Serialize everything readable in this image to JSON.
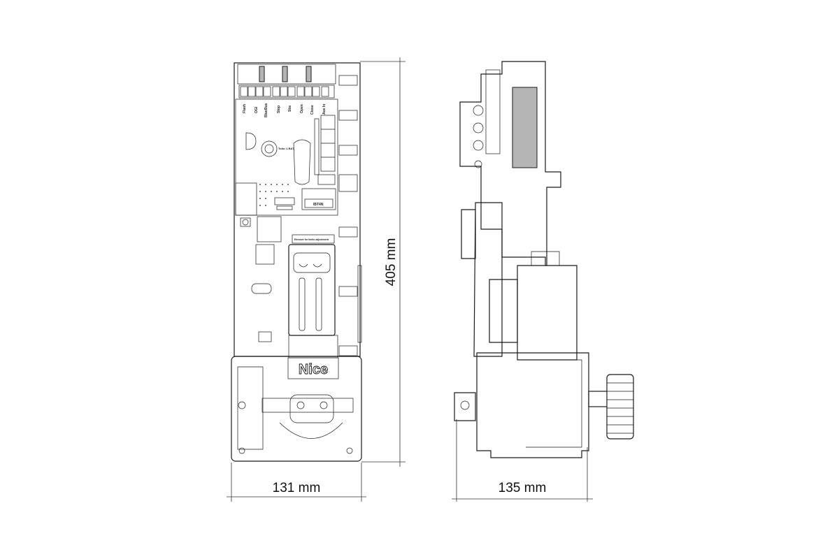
{
  "dimensions": {
    "front_width": "131 mm",
    "side_width": "135 mm",
    "height": "405 mm"
  },
  "terminal_labels": [
    "Flash",
    "OGI",
    "BlueBus",
    "Stop",
    "Sbs",
    "Open",
    "Close",
    "Aux In"
  ],
  "board_labels": {
    "battery": "Tutor 1-BAT",
    "module": "IBT4N",
    "release_label": "Remove for limits adjustment"
  },
  "logo": "Nice"
}
